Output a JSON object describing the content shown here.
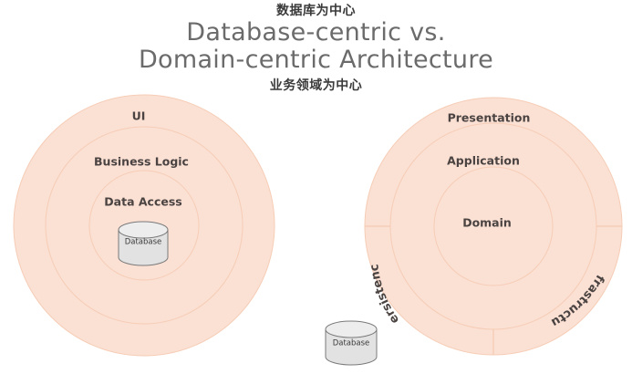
{
  "heading": {
    "cn_top": "数据库为中心",
    "title_line1": "Database-centric vs.",
    "title_line2": "Domain-centric Architecture",
    "cn_bottom": "业务领域为中心"
  },
  "colors": {
    "ring_fill": "#fbe0d4",
    "ring_stroke": "#f6cdb6",
    "label_text": "#4a4341",
    "title_text": "#6b6b6b",
    "cn_text": "#3a3a3a",
    "db_body": "#e2e2e2",
    "db_top": "#ededed",
    "db_stroke": "#7a7a7a",
    "background": "#ffffff"
  },
  "left_diagram": {
    "name": "Database-centric architecture",
    "rings": [
      {
        "label": "UI",
        "level": "outer"
      },
      {
        "label": "Business Logic",
        "level": "middle"
      },
      {
        "label": "Data Access",
        "level": "inner"
      }
    ],
    "database": {
      "label": "Database"
    }
  },
  "right_diagram": {
    "name": "Domain-centric architecture",
    "rings": [
      {
        "label": "Presentation",
        "level": "outer"
      },
      {
        "label": "Application",
        "level": "middle"
      },
      {
        "label": "Domain",
        "level": "inner"
      }
    ],
    "outer_segments": [
      {
        "label": "Persistence",
        "position": "lower-left"
      },
      {
        "label": "Infrastructure",
        "position": "lower-right"
      }
    ]
  },
  "bottom_database": {
    "label": "Database"
  }
}
